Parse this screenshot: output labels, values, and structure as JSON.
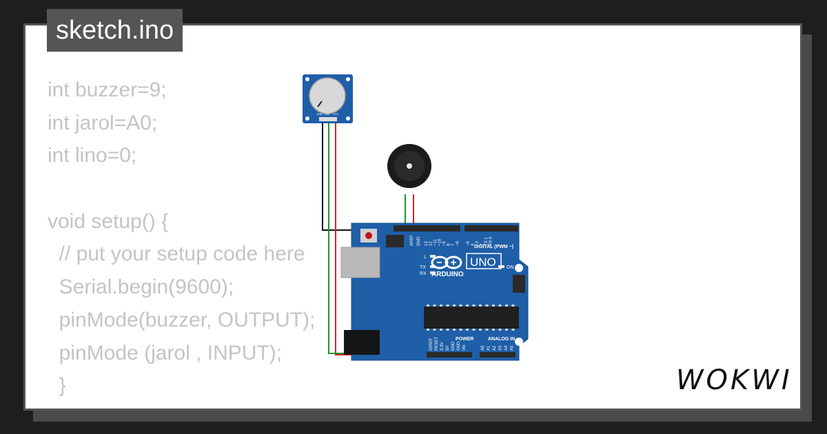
{
  "file_tab": {
    "label": "sketch.ino"
  },
  "code_lines": [
    "int buzzer=9;",
    "int jarol=A0;",
    "int lino=0;",
    "",
    "void setup() {",
    "  // put your setup code here",
    "  Serial.begin(9600);",
    "  pinMode(buzzer, OUTPUT);",
    "  pinMode (jarol , INPUT);",
    "  }"
  ],
  "brand": {
    "logo_text": "WOKWI",
    "icon": "wokwi-logo"
  },
  "colors": {
    "background": "#1e1e1e",
    "card": "#ffffff",
    "tab": "#555555",
    "code_text": "#c4c4c4",
    "board_blue": "#1f5fa8",
    "wire_red": "#e02020",
    "wire_green": "#1a9a2a",
    "wire_black": "#111111"
  },
  "circuit": {
    "potentiometer": {
      "pin_labels": [
        "GND",
        "SIG",
        "VCC"
      ]
    },
    "buzzer": {
      "icon": "buzzer-icon"
    },
    "arduino": {
      "model": "UNO",
      "brand": "ARDUINO",
      "digital_header_label": "DIGITAL (PWM ~)",
      "power_label": "POWER",
      "analog_label": "ANALOG IN",
      "led_l": "L",
      "led_tx": "TX",
      "led_rx": "RX",
      "led_on": "ON",
      "aref": "AREF",
      "gnd": "GND",
      "digital_pins": [
        "13",
        "12",
        "~11",
        "~10",
        "~9",
        "8",
        "7",
        "~6",
        "~5",
        "4",
        "~3",
        "2",
        "TX 1",
        "RX 0"
      ],
      "power_pins": [
        "IOREF",
        "RESET",
        "3.3V",
        "5V",
        "GND",
        "GND",
        "Vin"
      ],
      "analog_pins": [
        "A0",
        "A1",
        "A2",
        "A3",
        "A4",
        "A5"
      ]
    }
  }
}
